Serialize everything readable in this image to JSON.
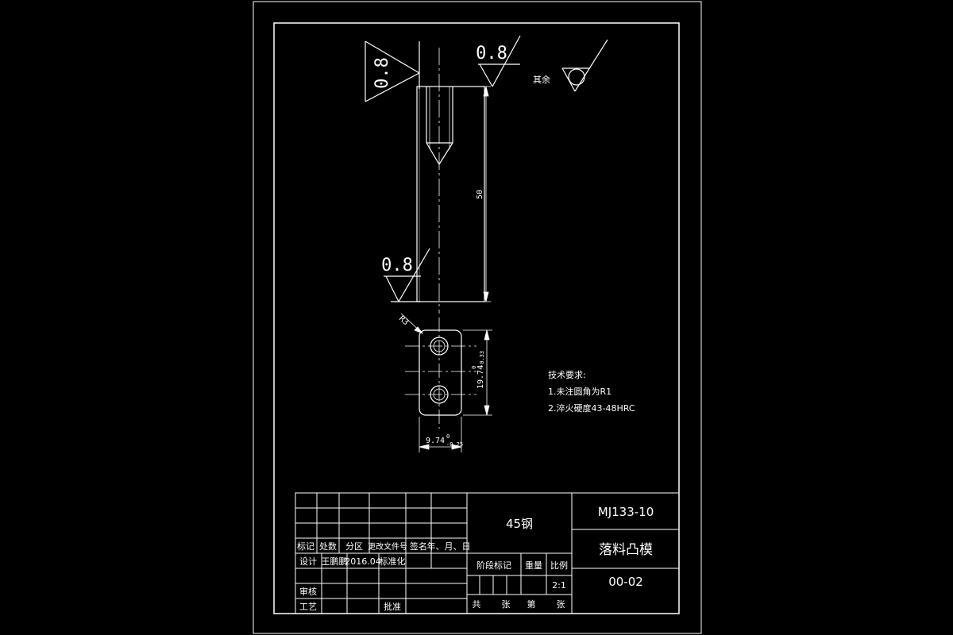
{
  "roughness": {
    "top_left": "0.8",
    "top_right": "0.8",
    "bottom_left": "0.8",
    "rest_label": "其余"
  },
  "dimensions": {
    "length": "50",
    "width": "9.74",
    "width_upper_tol": "0",
    "width_lower_tol": "-0.25",
    "height": "19.74",
    "height_upper_tol": "0",
    "height_lower_tol": "-0.33",
    "radius": "R3"
  },
  "tech": {
    "title": "技术要求:",
    "items": [
      "1.未注圆角为R1",
      "2.淬火硬度43-48HRC"
    ]
  },
  "title_block": {
    "material": "45钢",
    "drawing_no": "MJ133-10",
    "part_name": "落料凸模",
    "code": "00-02",
    "headers": [
      "标记",
      "处数",
      "分区",
      "更改文件号",
      "签名",
      "年、月、日"
    ],
    "design_label": "设计",
    "designer": "王鹏鹏",
    "date": "2016.04",
    "std_label": "标准化",
    "review_label": "审核",
    "process_label": "工艺",
    "approve_label": "批准",
    "stage_label": "阶段标记",
    "weight_label": "重量",
    "scale_label": "比例",
    "scale": "2:1",
    "sheets_total": "共",
    "sheet_unit1": "张",
    "sheet_no": "第",
    "sheet_unit2": "张"
  }
}
